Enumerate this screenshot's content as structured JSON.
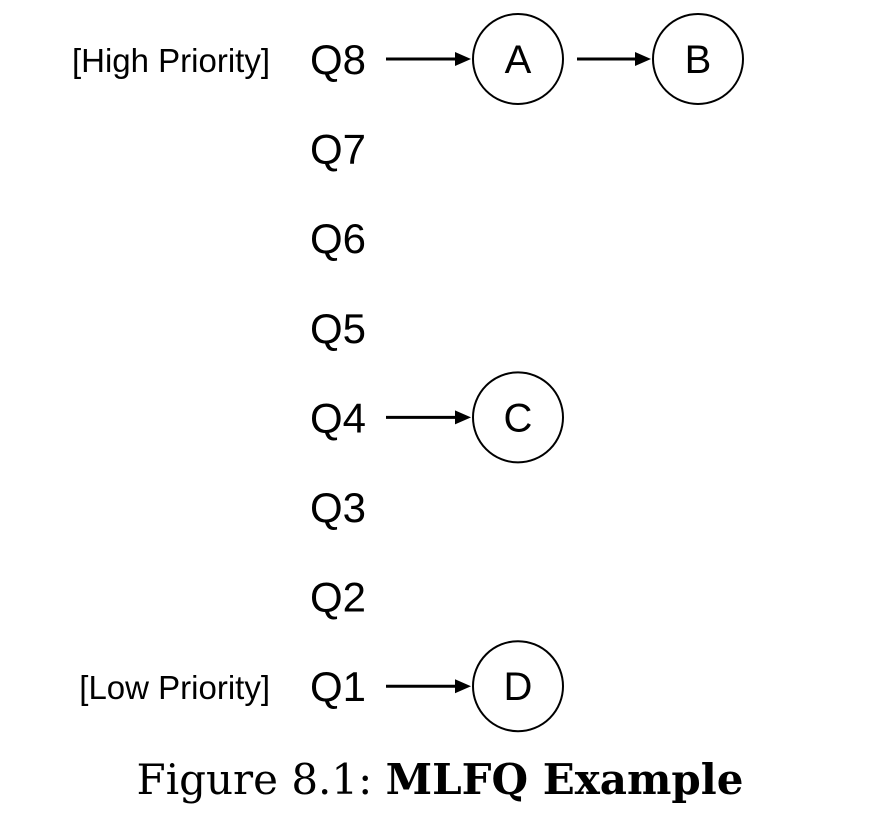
{
  "diagram": {
    "priority_labels": {
      "high": "[High Priority]",
      "low": "[Low Priority]"
    },
    "queues": [
      {
        "label": "Q8",
        "jobs": [
          "A",
          "B"
        ]
      },
      {
        "label": "Q7",
        "jobs": []
      },
      {
        "label": "Q6",
        "jobs": []
      },
      {
        "label": "Q5",
        "jobs": []
      },
      {
        "label": "Q4",
        "jobs": [
          "C"
        ]
      },
      {
        "label": "Q3",
        "jobs": []
      },
      {
        "label": "Q2",
        "jobs": []
      },
      {
        "label": "Q1",
        "jobs": [
          "D"
        ]
      }
    ]
  },
  "caption": {
    "prefix": "Figure 8.1: ",
    "title": "MLFQ Example"
  }
}
